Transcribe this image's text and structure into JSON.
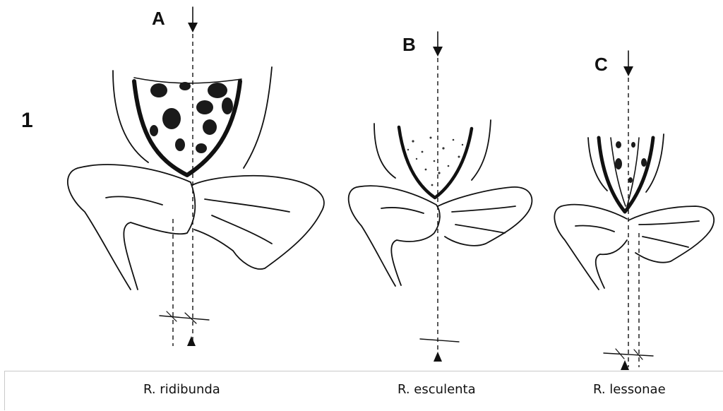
{
  "figure": {
    "row_label": "1",
    "panels": [
      {
        "letter": "A",
        "species": "R. ridibunda"
      },
      {
        "letter": "B",
        "species": "R. esculenta"
      },
      {
        "letter": "C",
        "species": "R. lessonae"
      }
    ]
  },
  "colors": {
    "ink": "#111111",
    "background": "#ffffff",
    "caption_border": "#c9c9c9"
  }
}
